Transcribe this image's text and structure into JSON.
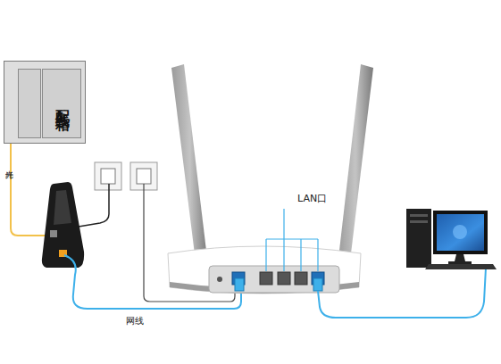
{
  "diagram": {
    "nodes": [
      {
        "text": [
          "配线箱"
        ]
      }
    ],
    "labels": [
      "光纤",
      "LAN口",
      "网线"
    ]
  }
}
